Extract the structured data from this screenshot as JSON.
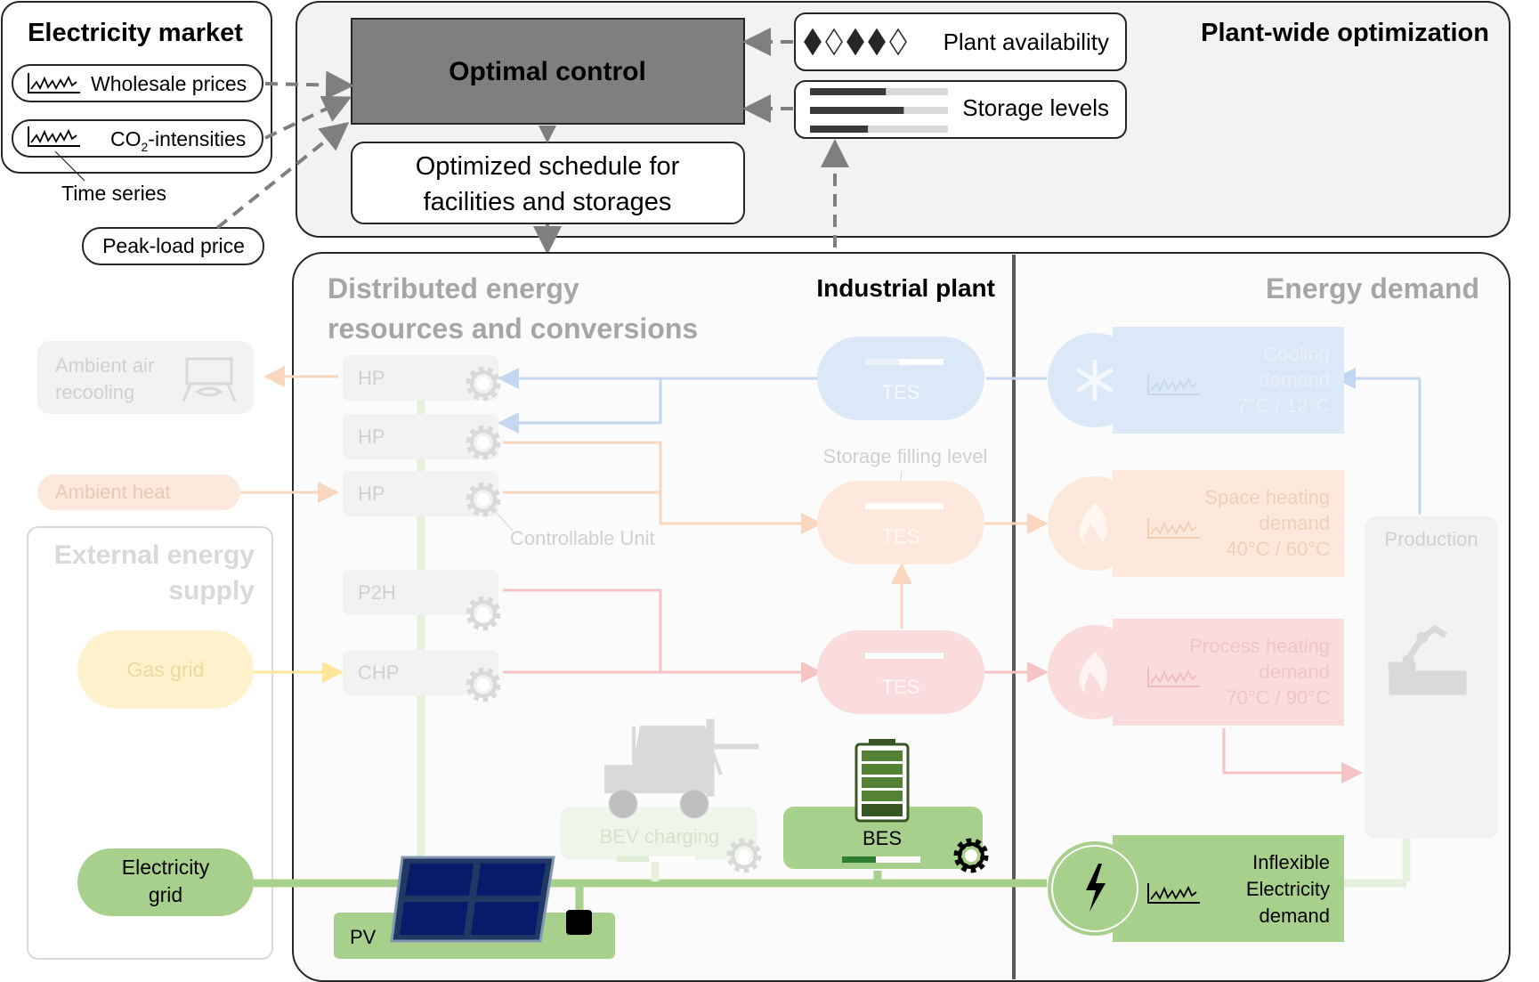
{
  "market": {
    "title": "Electricity market",
    "wholesale": "Wholesale prices",
    "co2_main": "CO",
    "co2_sub": "2",
    "co2_rest": "-intensities",
    "time_series": "Time series",
    "peak_load": "Peak-load price"
  },
  "plantwide": {
    "title": "Plant-wide optimization",
    "optimal_control": "Optimal control",
    "schedule_line1": "Optimized schedule for",
    "schedule_line2": "facilities and storages",
    "availability": "Plant availability",
    "availability_pattern": [
      "filled",
      "empty",
      "filled",
      "filled",
      "empty"
    ],
    "storage_levels": "Storage levels",
    "storage_fill": [
      0.55,
      0.68,
      0.42
    ]
  },
  "plant": {
    "title": "Industrial plant",
    "der_line1": "Distributed energy",
    "der_line2": "resources and conversions",
    "ext_line1": "External energy",
    "ext_line2": "supply",
    "demand_title": "Energy demand",
    "ambient_air_1": "Ambient air",
    "ambient_air_2": "recooling",
    "ambient_heat": "Ambient heat",
    "gas_grid": "Gas grid",
    "grid_line1": "Electricity",
    "grid_line2": "grid",
    "hp1": "HP",
    "hp2": "HP",
    "hp3": "HP",
    "p2h": "P2H",
    "chp": "CHP",
    "controllable": "Controllable Unit",
    "tes1": "TES",
    "tes2": "TES",
    "tes3": "TES",
    "filling_level": "Storage filling level",
    "bev": "BEV charging",
    "bes": "BES",
    "pv": "PV",
    "cooling_1": "Cooling",
    "cooling_2": "demand",
    "cooling_3": "7°C / 12°C",
    "space_1": "Space heating",
    "space_2": "demand",
    "space_3": "40°C / 60°C",
    "process_1": "Process heating",
    "process_2": "demand",
    "process_3": "70°C / 90°C",
    "inflex_1": "Inflexible",
    "inflex_2": "Electricity",
    "inflex_3": "demand",
    "production": "Production"
  },
  "colors": {
    "cool": "#dbe8f7",
    "cool_line": "#c3d8f0",
    "space": "#fce9dc",
    "space_line": "#f9d7bf",
    "process": "#fadcdc",
    "process_line": "#f6c4c4",
    "green": "#a8d08d",
    "green_faint": "#e5f0dd",
    "gray_box": "#7f7f7f",
    "faded": "#bfbfbf",
    "gas": "#fff2cc"
  }
}
